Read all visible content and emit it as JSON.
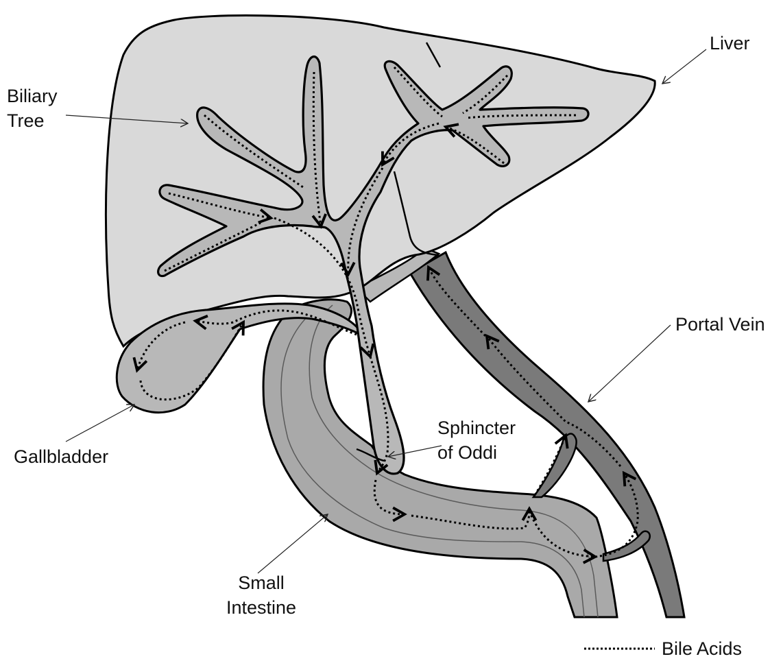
{
  "labels": {
    "liver": "Liver",
    "biliary_tree_line1": "Biliary",
    "biliary_tree_line2": "Tree",
    "portal_vein": "Portal Vein",
    "gallbladder": "Gallbladder",
    "sphincter_line1": "Sphincter",
    "sphincter_line2": "of Oddi",
    "small_intestine_line1": "Small",
    "small_intestine_line2": "Intestine"
  },
  "legend": {
    "bile_acids": "Bile Acids"
  },
  "colors": {
    "liver_fill": "#d9d9d9",
    "duct_fill": "#b8b8b8",
    "intestine_fill": "#a9a9a9",
    "portal_vein_fill": "#7a7a7a",
    "outline": "#000000",
    "dotted_flow": "#000000"
  }
}
